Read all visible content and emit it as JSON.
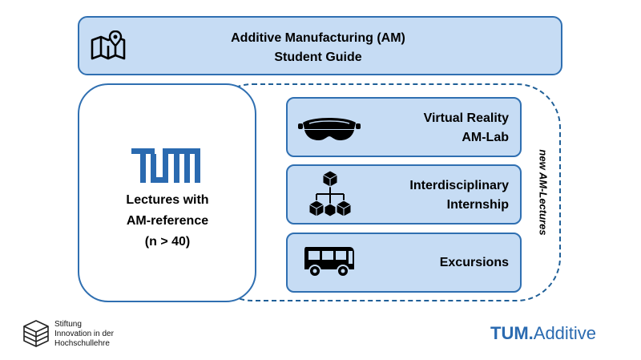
{
  "header": {
    "title_line1": "Additive Manufacturing (AM)",
    "title_line2": "Student Guide",
    "icon": "map-icon"
  },
  "lectures": {
    "logo": "TUM",
    "line1": "Lectures with",
    "line2": "AM-reference",
    "line3": "(n > 40)"
  },
  "new_lectures_label": "new AM-Lectures",
  "items": [
    {
      "line1": "Virtual Reality",
      "line2": "AM-Lab",
      "icon": "vr-headset-icon"
    },
    {
      "line1": "Interdisciplinary",
      "line2": "Internship",
      "icon": "cubes-network-icon"
    },
    {
      "line1": "Excursions",
      "icon": "bus-icon"
    }
  ],
  "footer": {
    "stiftung_line1": "Stiftung",
    "stiftung_line2": "Innovation in der",
    "stiftung_line3": "Hochschullehre",
    "brand_bold": "TUM.",
    "brand_regular": "Additive"
  },
  "colors": {
    "box_fill": "#c6dcf4",
    "box_border": "#2f6fb1",
    "dashed_border": "#1f5f97",
    "tum_blue": "#2a6ab0"
  }
}
